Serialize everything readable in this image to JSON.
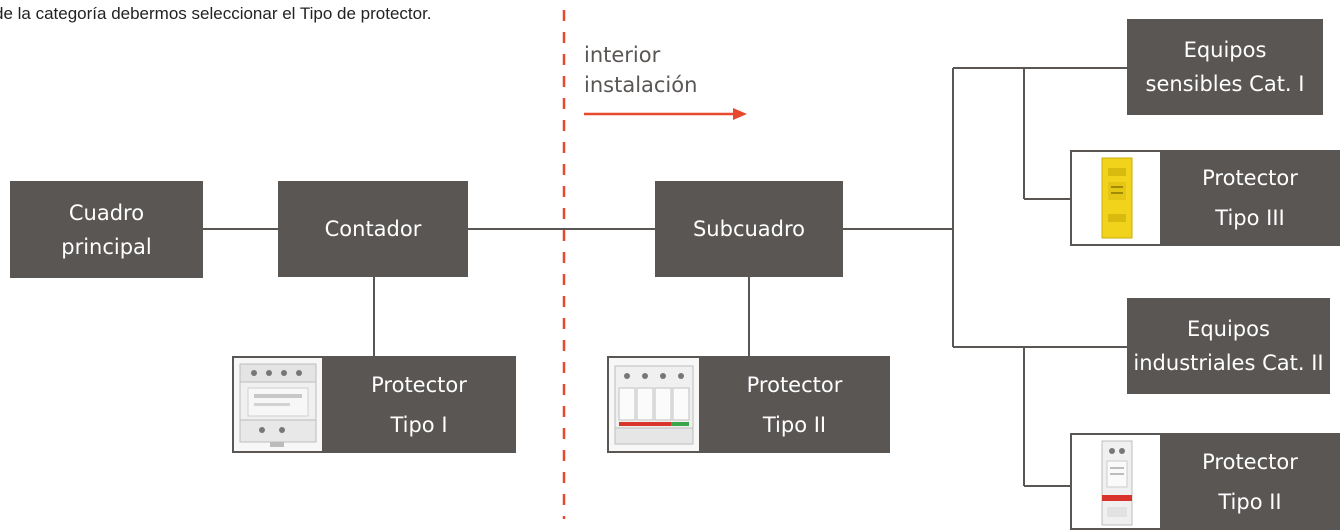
{
  "intro_text": "de la categoría debermos seleccionar el Tipo de protector.",
  "annotation": {
    "line1": "interior",
    "line2": "instalación"
  },
  "nodes": {
    "cuadro_principal": "Cuadro\nprincipal",
    "contador": "Contador",
    "subcuadro": "Subcuadro",
    "equipos_sensibles": "Equipos\nsensibles Cat. I",
    "equipos_industriales": "Equipos\nindustriales Cat. II"
  },
  "protectors": {
    "tipo_1": "Protector\nTipo I",
    "tipo_2_subcuadro": "Protector\nTipo II",
    "tipo_3": "Protector\nTipo III",
    "tipo_2_industrial": "Protector\nTipo II"
  },
  "colors": {
    "box_fill": "#595654",
    "line": "#595654",
    "divider": "#e8492d",
    "arrow": "#e8492d",
    "protector_yellow": "#f2d31b",
    "protector_white": "#f0f0f0",
    "protector_red_band": "#d9342b"
  }
}
